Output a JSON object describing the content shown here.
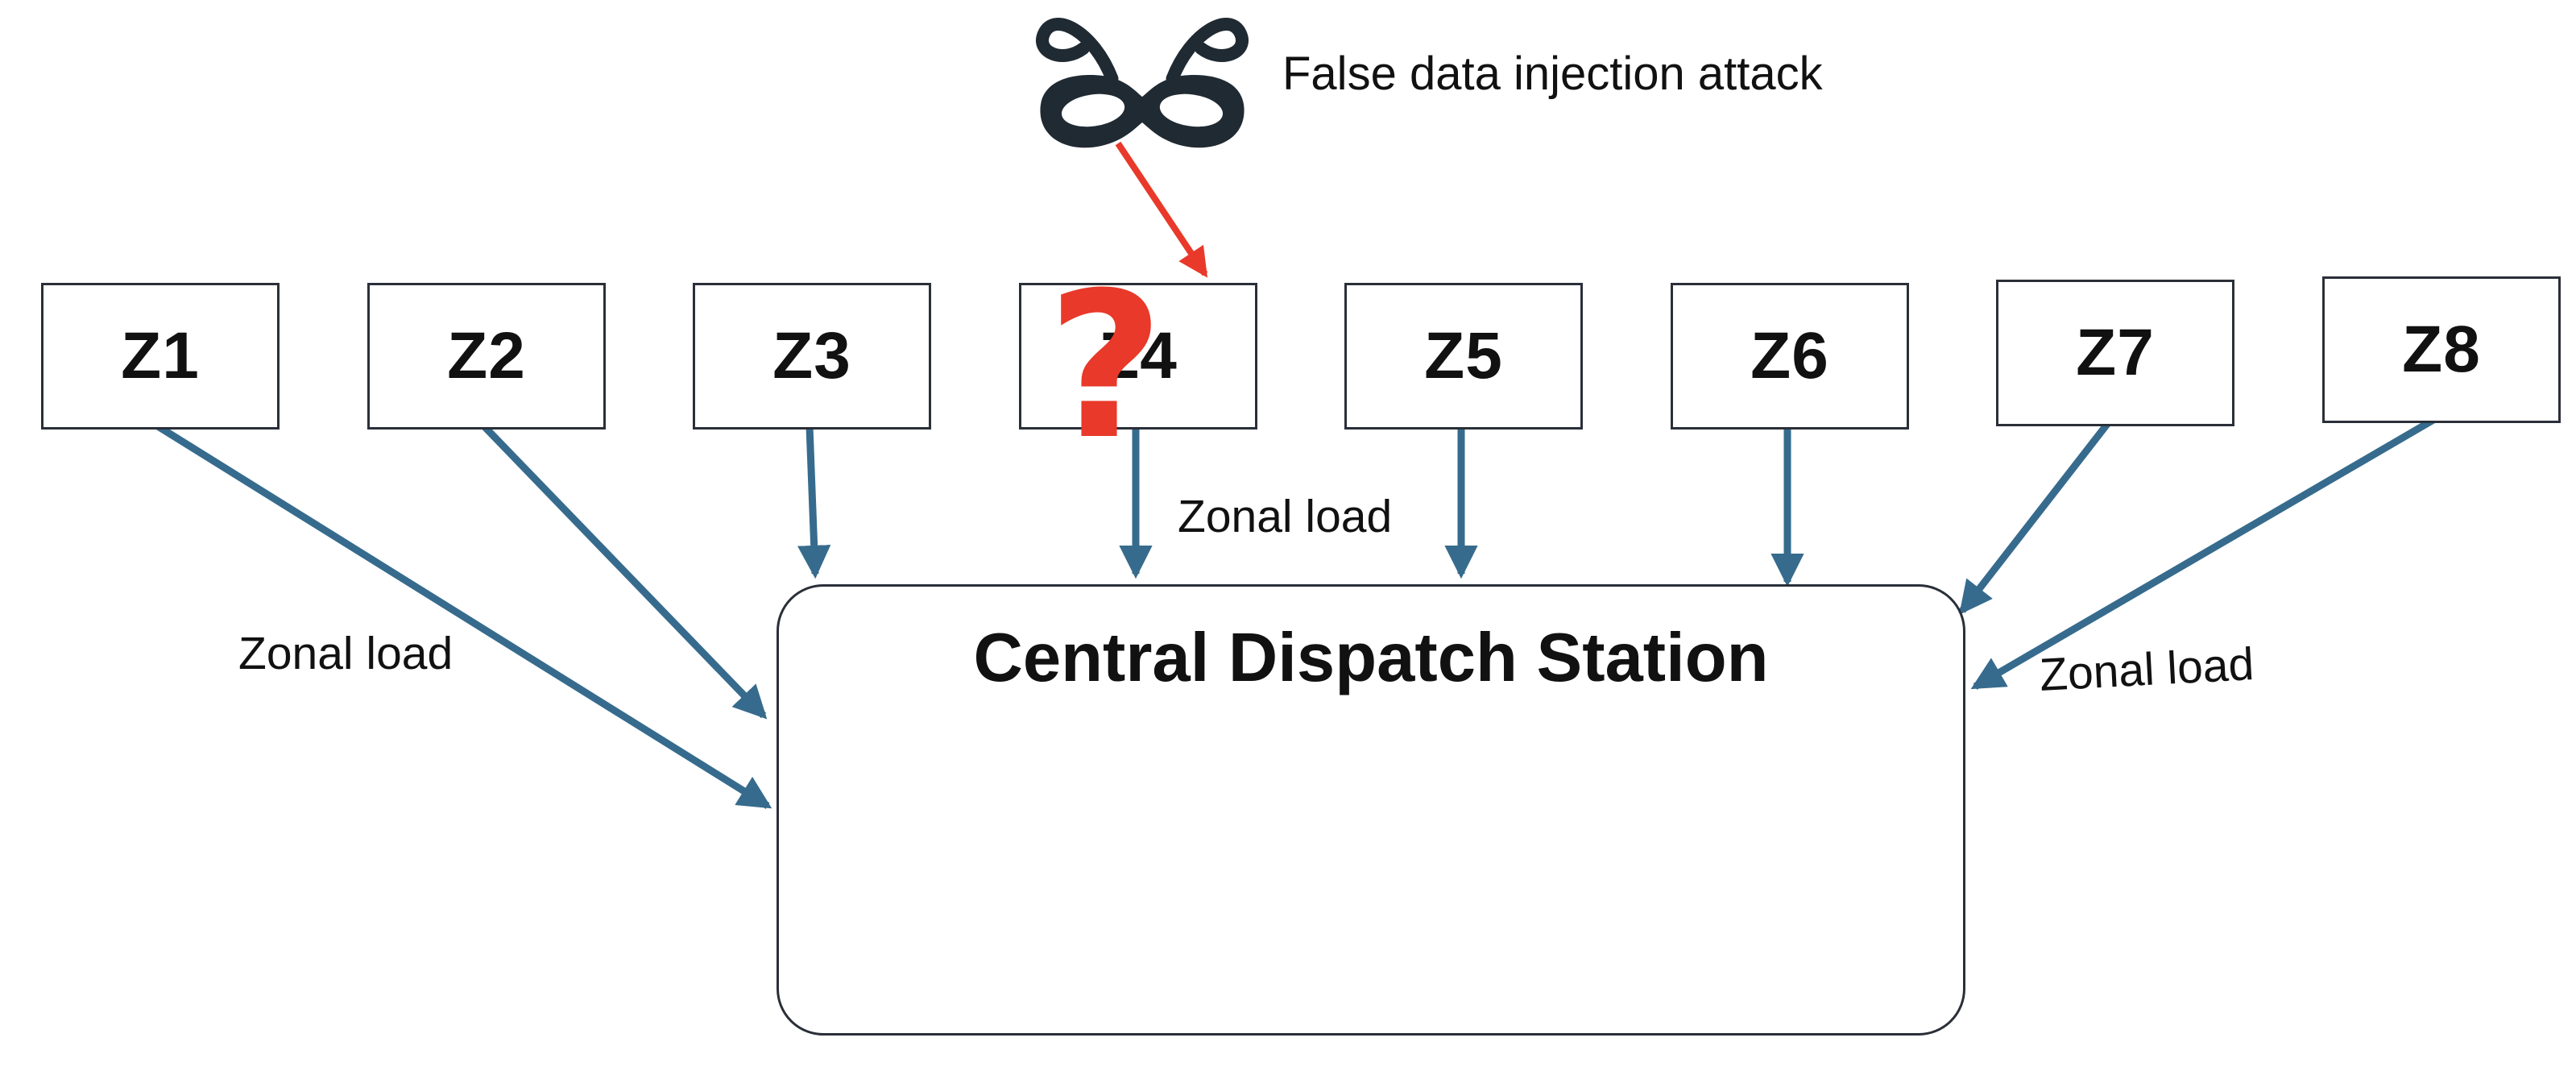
{
  "diagram": {
    "attack_label": "False data injection attack",
    "question_mark": "?",
    "central_station": "Central Dispatch Station",
    "zones": [
      "Z1",
      "Z2",
      "Z3",
      "Z4",
      "Z5",
      "Z6",
      "Z7",
      "Z8"
    ],
    "zonal_load_labels": {
      "left": "Zonal load",
      "middle": "Zonal load",
      "right": "Zonal load"
    },
    "colors": {
      "arrow": "#366b8d",
      "attack_arrow": "#e8392a",
      "question_mark": "#e8392a",
      "box_border": "#2a2f38",
      "mask": "#1f2a33"
    }
  }
}
